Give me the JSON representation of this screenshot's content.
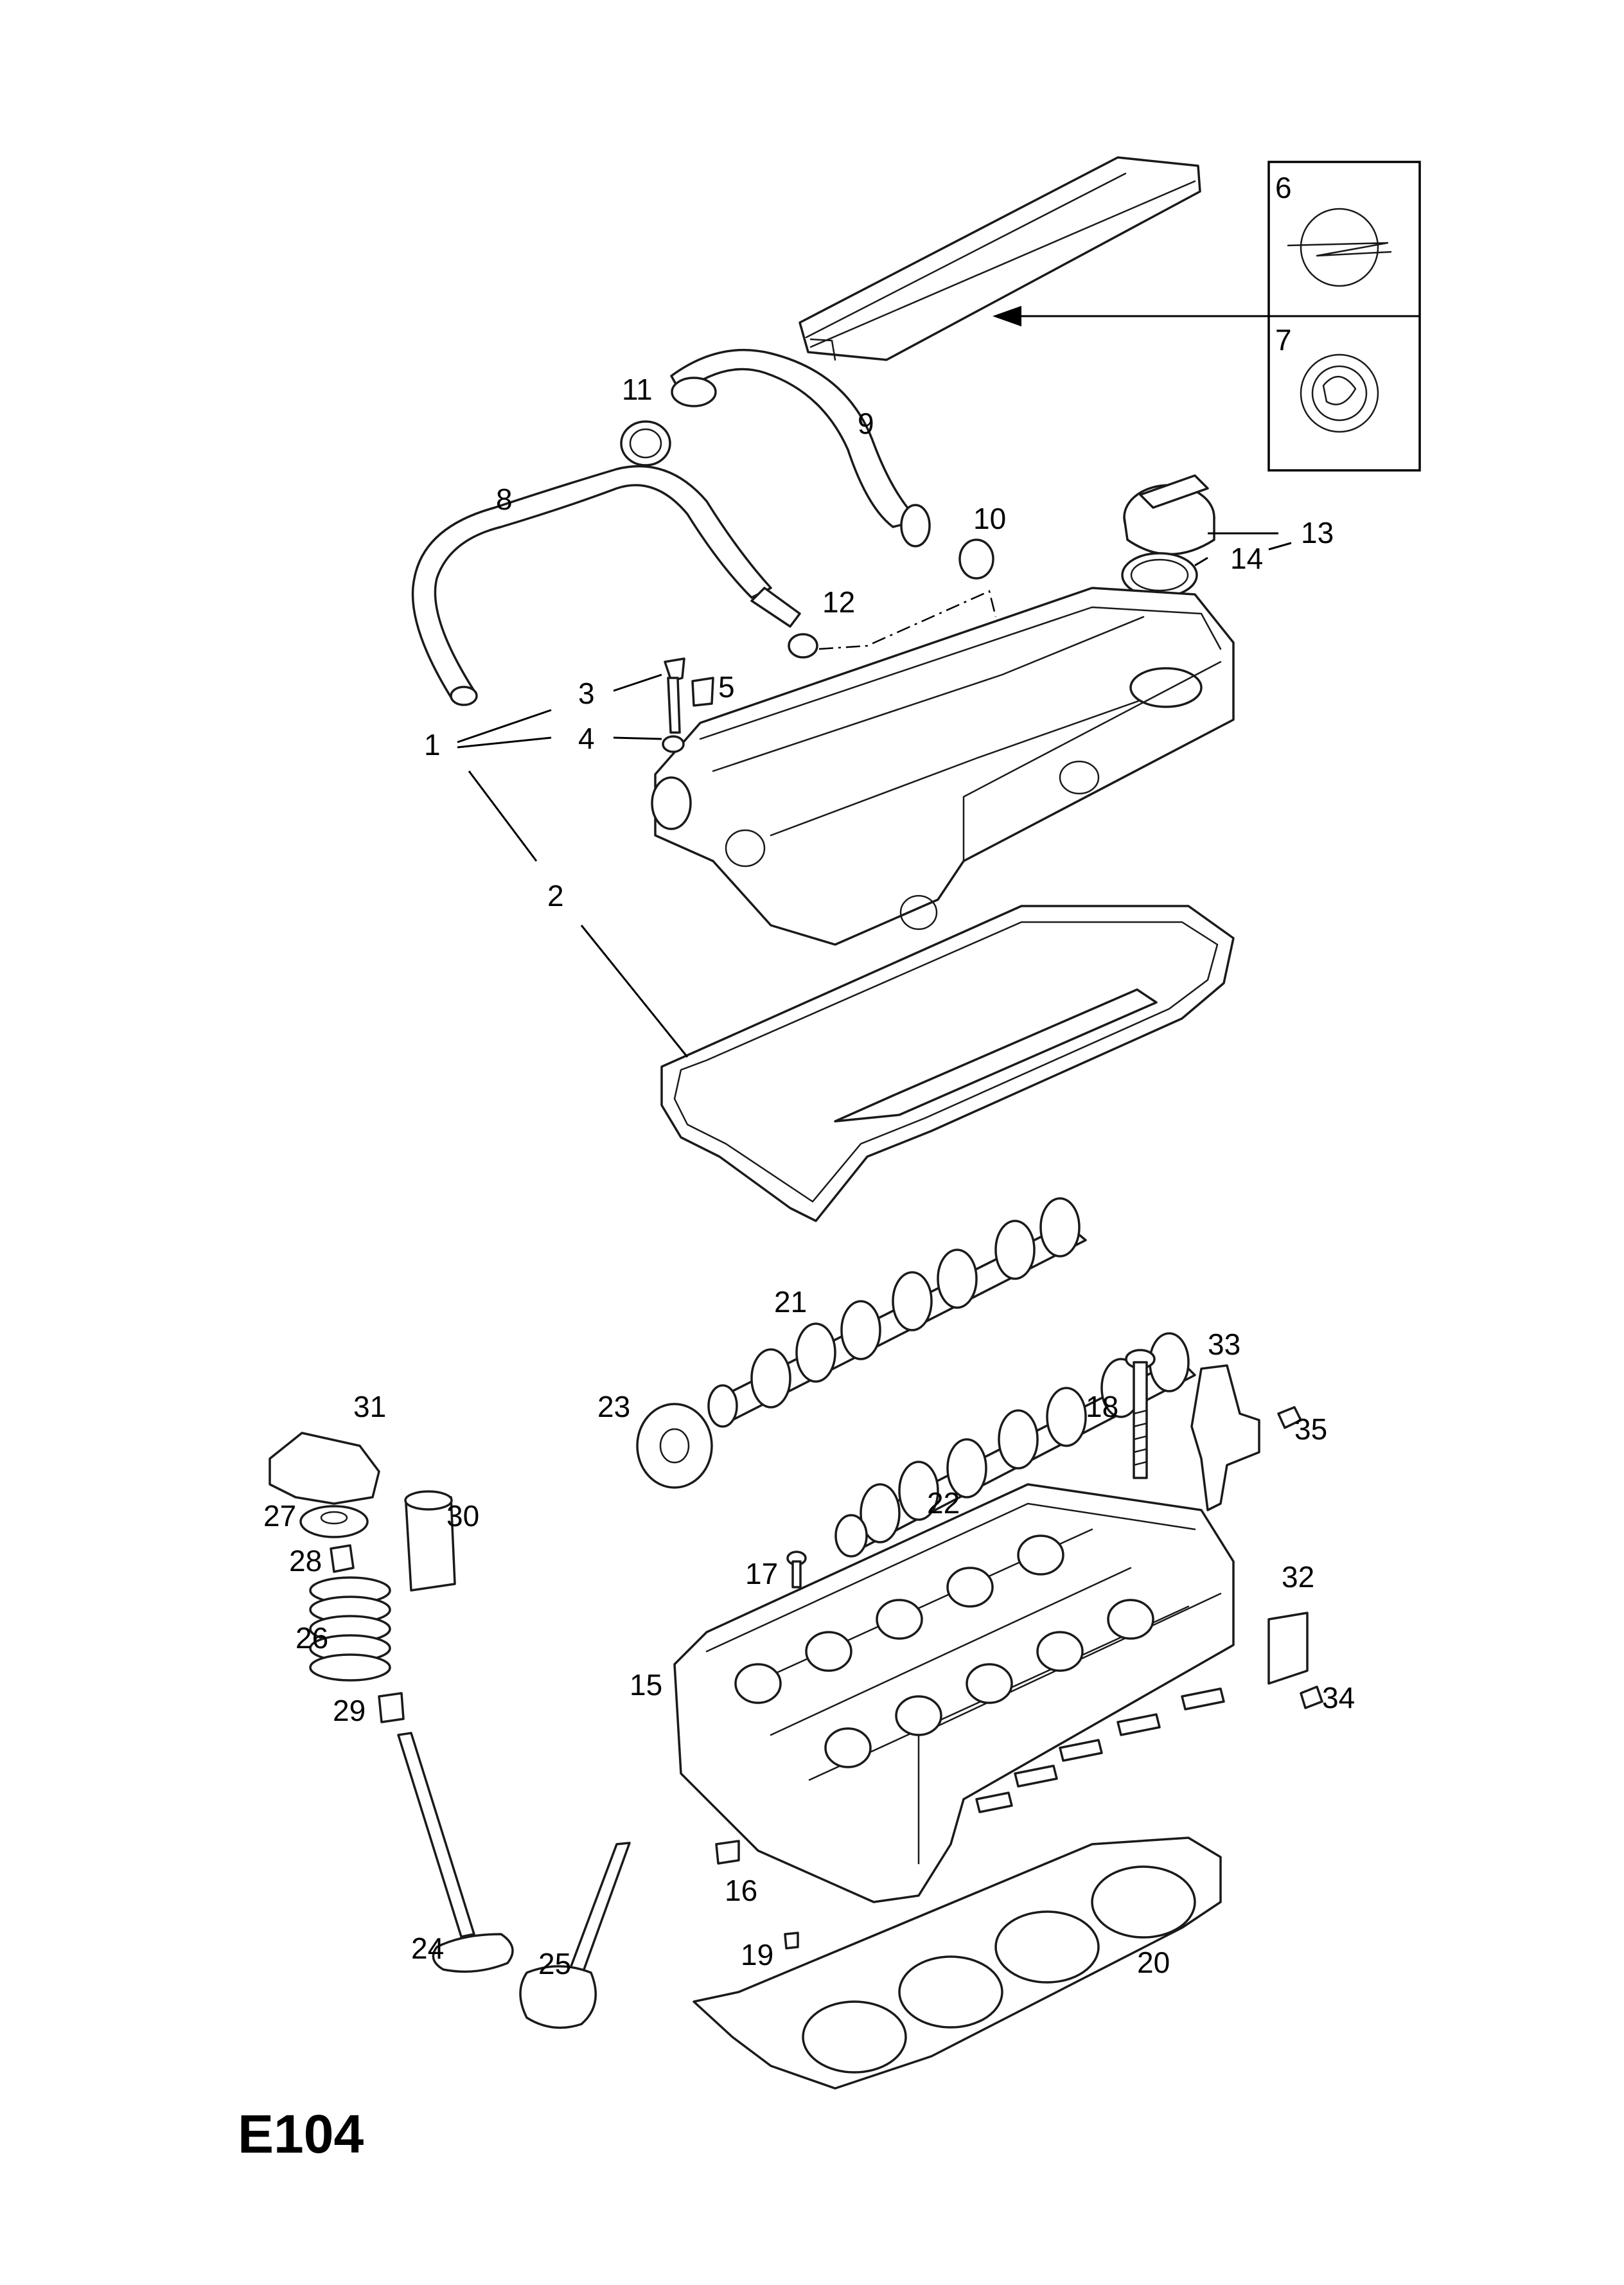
{
  "diagram_code": "E104",
  "callouts": [
    {
      "id": "c1",
      "text": "1"
    },
    {
      "id": "c2",
      "text": "2"
    },
    {
      "id": "c3",
      "text": "3"
    },
    {
      "id": "c4",
      "text": "4"
    },
    {
      "id": "c5",
      "text": "5"
    },
    {
      "id": "c6",
      "text": "6"
    },
    {
      "id": "c7",
      "text": "7"
    },
    {
      "id": "c8",
      "text": "8"
    },
    {
      "id": "c9",
      "text": "9"
    },
    {
      "id": "c10",
      "text": "10"
    },
    {
      "id": "c11",
      "text": "11"
    },
    {
      "id": "c12",
      "text": "12"
    },
    {
      "id": "c13",
      "text": "13"
    },
    {
      "id": "c14",
      "text": "14"
    },
    {
      "id": "c15",
      "text": "15"
    },
    {
      "id": "c16",
      "text": "16"
    },
    {
      "id": "c17",
      "text": "17"
    },
    {
      "id": "c18",
      "text": "18"
    },
    {
      "id": "c19",
      "text": "19"
    },
    {
      "id": "c20",
      "text": "20"
    },
    {
      "id": "c21",
      "text": "21"
    },
    {
      "id": "c22",
      "text": "22"
    },
    {
      "id": "c23",
      "text": "23"
    },
    {
      "id": "c24",
      "text": "24"
    },
    {
      "id": "c25",
      "text": "25"
    },
    {
      "id": "c26",
      "text": "26"
    },
    {
      "id": "c27",
      "text": "27"
    },
    {
      "id": "c28",
      "text": "28"
    },
    {
      "id": "c29",
      "text": "29"
    },
    {
      "id": "c30",
      "text": "30"
    },
    {
      "id": "c31",
      "text": "31"
    },
    {
      "id": "c32",
      "text": "32"
    },
    {
      "id": "c33",
      "text": "33"
    },
    {
      "id": "c34",
      "text": "34"
    },
    {
      "id": "c35",
      "text": "35"
    }
  ]
}
